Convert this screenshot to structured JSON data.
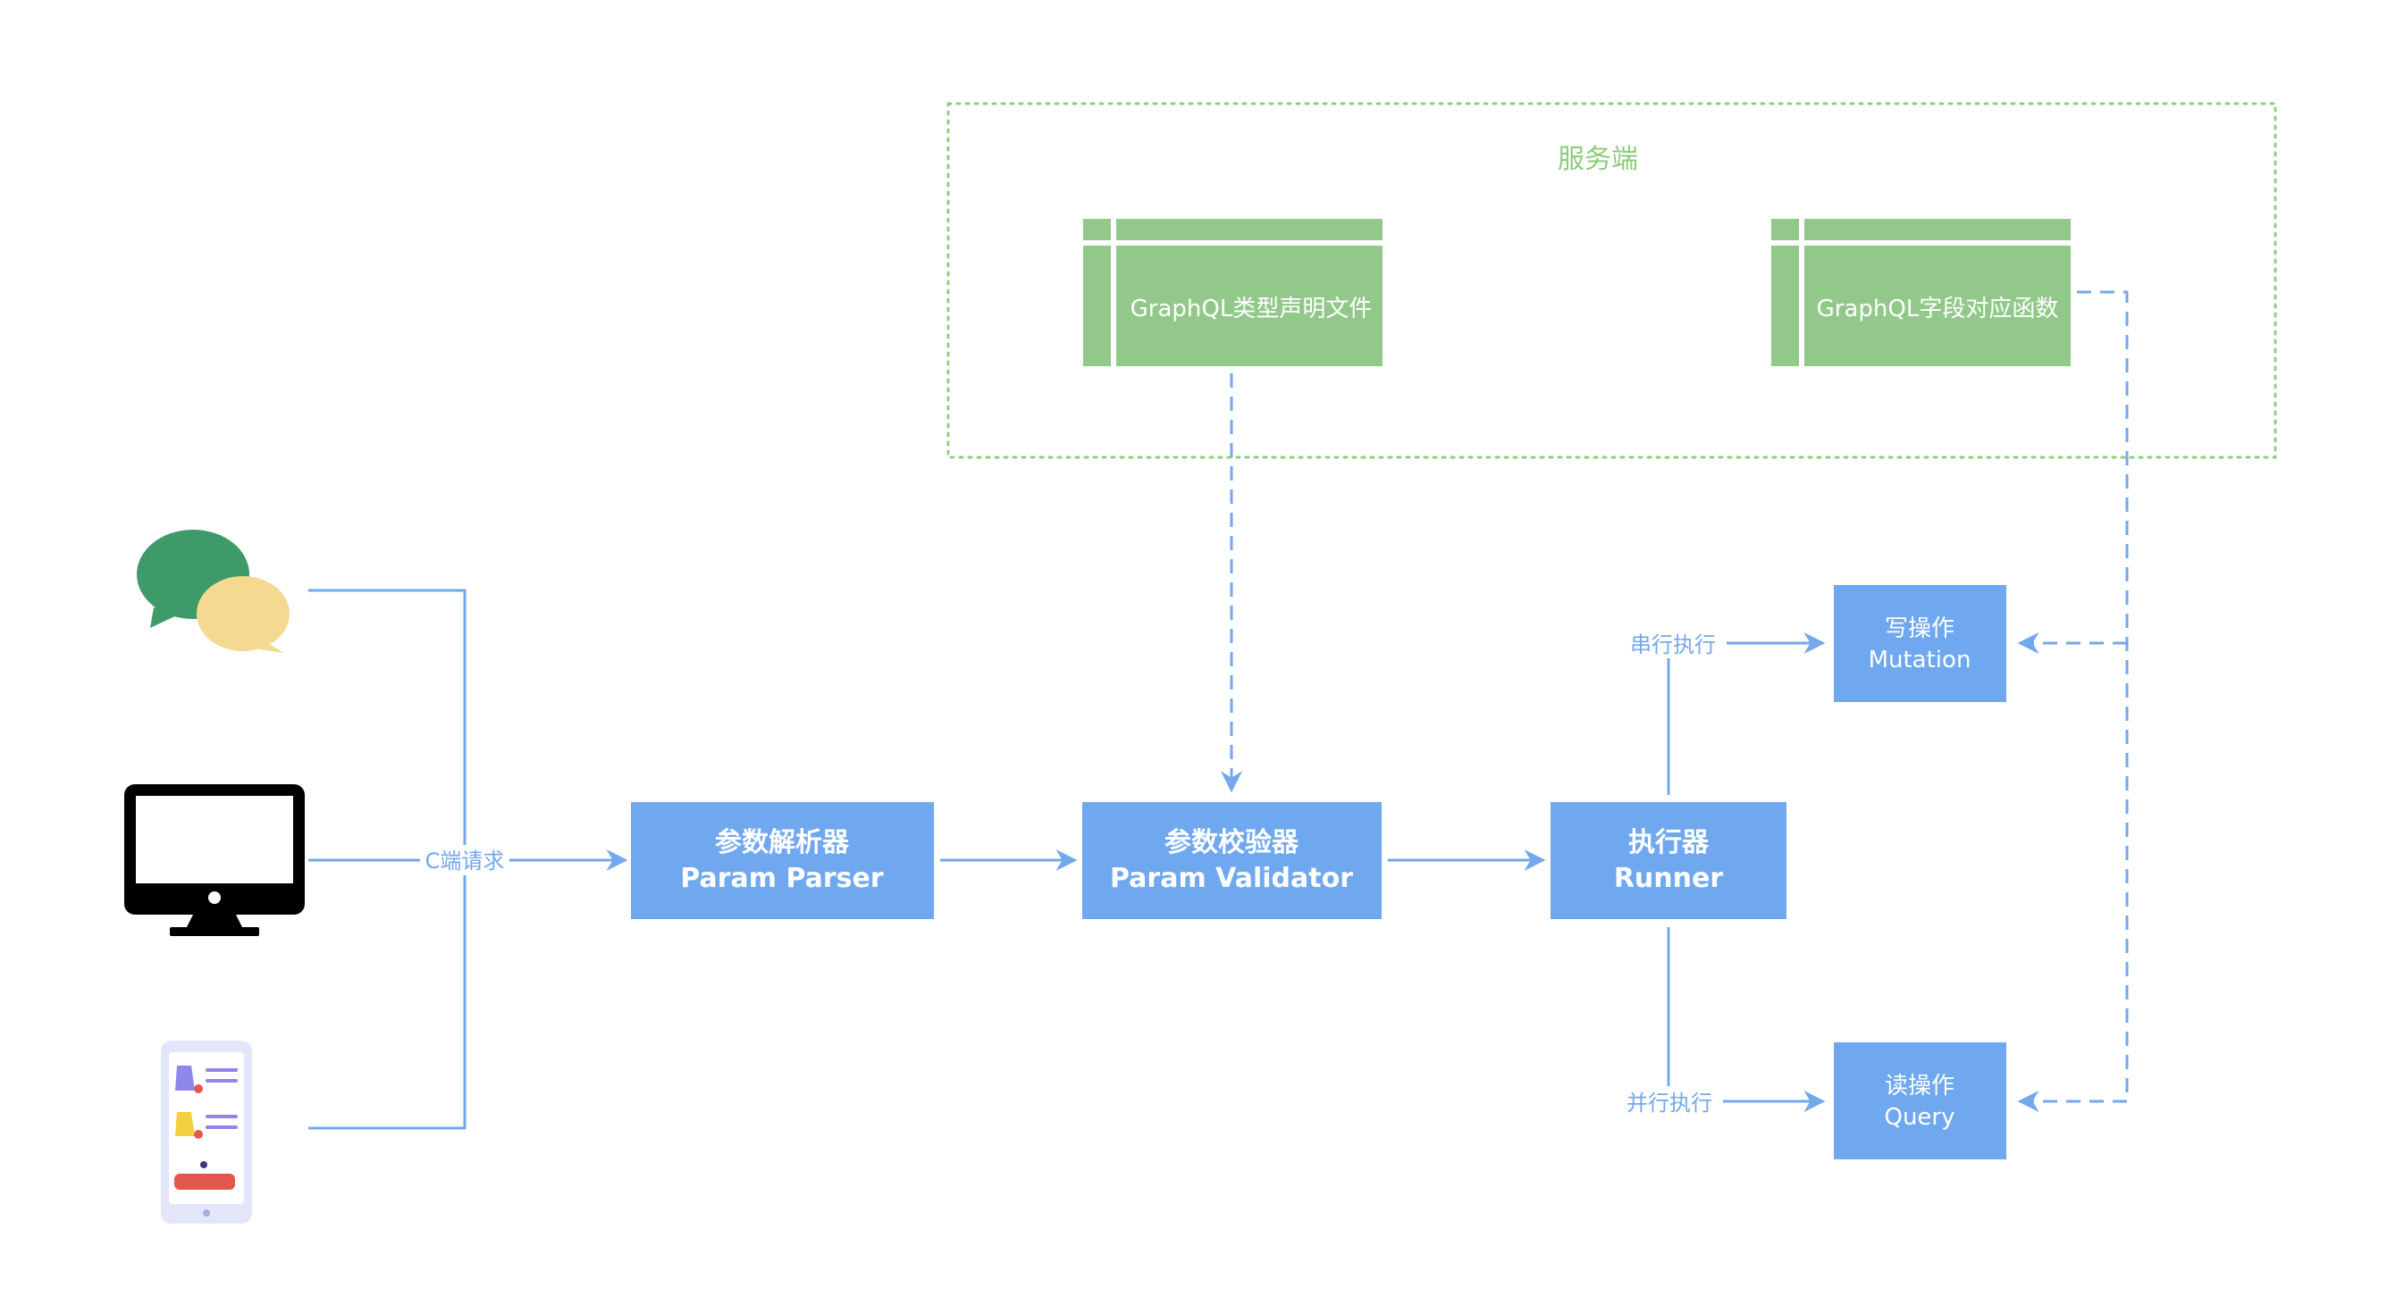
{
  "server_group": {
    "title": "服务端"
  },
  "files": {
    "schema_file": "GraphQL类型声明文件",
    "resolver_file": "GraphQL字段对应函数"
  },
  "nodes": {
    "parser": {
      "cn": "参数解析器",
      "en": "Param Parser"
    },
    "validator": {
      "cn": "参数校验器",
      "en": "Param Validator"
    },
    "runner": {
      "cn": "执行器",
      "en": "Runner"
    },
    "mutation": {
      "cn": "写操作",
      "en": "Mutation"
    },
    "query": {
      "cn": "读操作",
      "en": "Query"
    }
  },
  "edge_labels": {
    "client_request": "C端请求",
    "serial": "串行执行",
    "parallel": "并行执行"
  },
  "clients": {
    "chat": "chat-bubbles-icon",
    "desktop": "desktop-monitor-icon",
    "mobile": "mobile-phone-icon"
  },
  "colors": {
    "node_blue": "#6fa8ef",
    "line_blue": "#73a8ec",
    "file_green": "#93c88b",
    "group_border": "#8ecf7f",
    "group_title": "#8ccc7c",
    "text_on_node": "#ffffff"
  }
}
